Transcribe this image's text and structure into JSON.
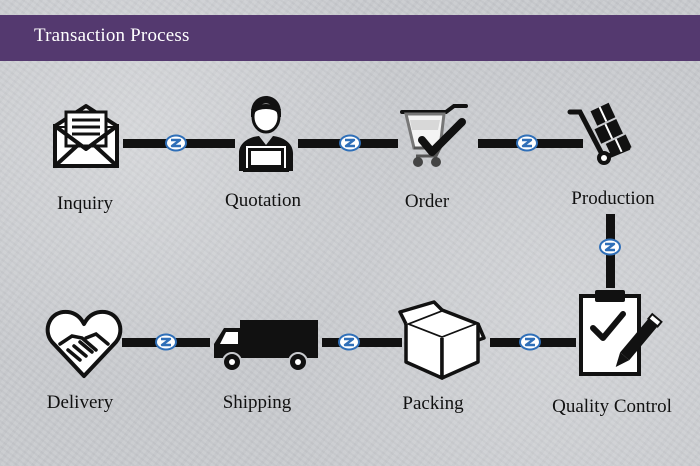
{
  "header": {
    "title": "Transaction Process"
  },
  "steps": {
    "inquiry": "Inquiry",
    "quotation": "Quotation",
    "order": "Order",
    "production": "Production",
    "quality_control": "Quality Control",
    "packing": "Packing",
    "shipping": "Shipping",
    "delivery": "Delivery"
  },
  "icons": {
    "inquiry": "envelope-icon",
    "quotation": "person-laptop-icon",
    "order": "cart-check-icon",
    "production": "hand-truck-icon",
    "quality_control": "clipboard-check-icon",
    "packing": "open-box-icon",
    "shipping": "truck-icon",
    "delivery": "handshake-heart-icon",
    "connector_badge": "z-logo-icon"
  },
  "colors": {
    "header_bg": "#54396f",
    "badge": "#2f6fb8",
    "ink": "#111111"
  }
}
